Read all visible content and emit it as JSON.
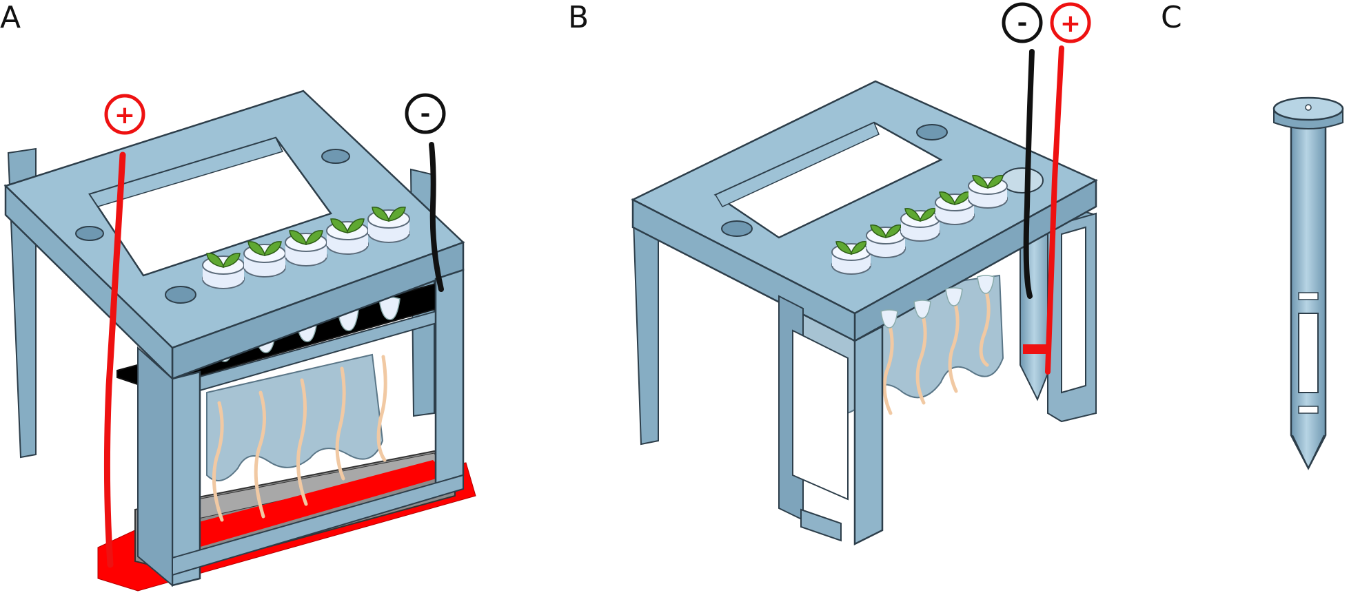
{
  "panels": [
    {
      "id": "A",
      "label": "A",
      "plus_sign": "+",
      "minus_sign": "-"
    },
    {
      "id": "B",
      "label": "B",
      "plus_sign": "+",
      "minus_sign": "-"
    },
    {
      "id": "C",
      "label": "C"
    }
  ],
  "colors": {
    "frame": "#9ec2d6",
    "frame_dark": "#6f9bb5",
    "frame_edge": "#2d3e4a",
    "positive_wire": "#ee1111",
    "negative_wire": "#111111",
    "electrode_plate": "#ff0000",
    "tray": "#8a8a8a",
    "leaf": "#5fa832",
    "root": "#f1c9a3",
    "cup": "#e6eefb",
    "membrane": "#a9c3d3"
  }
}
